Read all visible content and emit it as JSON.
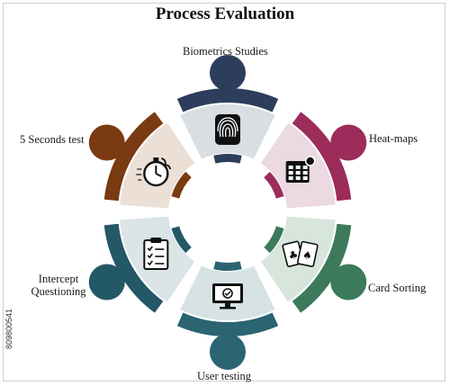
{
  "title": "Process Evaluation",
  "stock_id": "809800541",
  "steps": [
    {
      "label": "Biometrics Studies",
      "icon": "fingerprint-icon",
      "color": "#2c3e5c",
      "panel": "#d9dee3"
    },
    {
      "label": "Heat-maps",
      "icon": "grid-calendar-icon",
      "color": "#9c2c5a",
      "panel": "#ecd9e1"
    },
    {
      "label": "Card Sorting",
      "icon": "playing-cards-icon",
      "color": "#3c7a5b",
      "panel": "#d8e5dd"
    },
    {
      "label": "User testing",
      "icon": "monitor-icon",
      "color": "#2b6472",
      "panel": "#d7e2e5"
    },
    {
      "label": "Intercept Questioning",
      "icon": "clipboard-checklist-icon",
      "color": "#235866",
      "panel": "#dbe4e6"
    },
    {
      "label": "5 Seconds test",
      "icon": "stopwatch-icon",
      "color": "#7a3a12",
      "panel": "#ecdfd5"
    }
  ]
}
